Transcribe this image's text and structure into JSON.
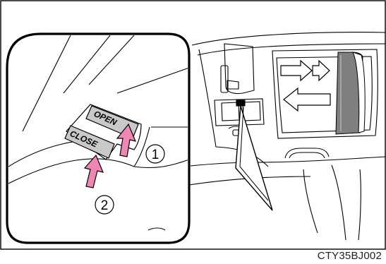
{
  "diagram": {
    "figure_code": "CTY35BJ002",
    "labels": {
      "open": "OPEN",
      "close": "CLOSE",
      "step1": "1",
      "step2": "2"
    },
    "colors": {
      "arrow_pink": "#ef86b4",
      "line": "#000000",
      "panel_gray": "#7f7f7f",
      "button_gray": "#c9c9c9"
    }
  }
}
